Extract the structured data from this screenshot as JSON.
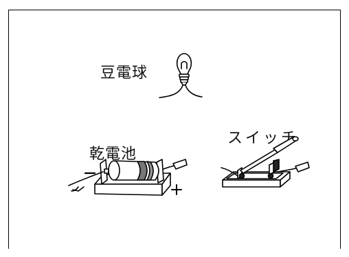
{
  "labels": {
    "bulb": "豆電球",
    "battery": "乾電池",
    "switch": "スイッチ",
    "minus": "−",
    "plus": "+"
  }
}
